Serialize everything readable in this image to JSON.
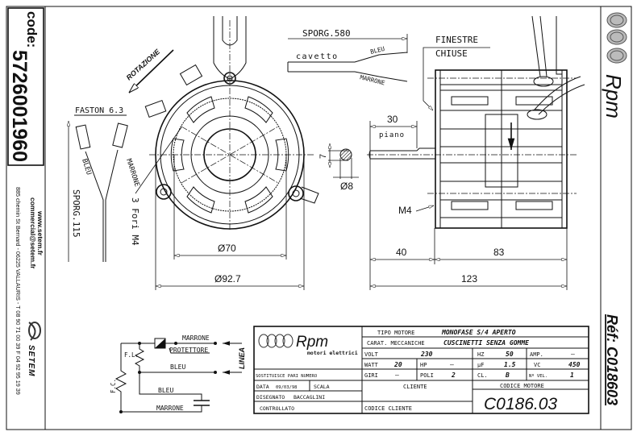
{
  "sidebar": {
    "code_label": "code:",
    "code": "5726001960",
    "website": "www.setem.fr",
    "email": "commercial@setem.fr",
    "address": "885 chemin St Bernard  -  06225 VALLAURIS  -  T 08 90 71 00 39  F 04 92 95 19 39",
    "brand_logo_text": "SETEM"
  },
  "right_column": {
    "brand": "Rpm",
    "ref": "Réf: C018603"
  },
  "front_view": {
    "rotation": "ROTAZIONE",
    "faston": "FASTON 6.3",
    "wire_bleu": "BLEU",
    "wire_marrone": "MARRONE",
    "sporg": "SPORG.115",
    "holes": "3 Fori M4",
    "dia_inner": "Ø70",
    "dia_outer": "Ø92.7"
  },
  "side_view": {
    "sporg": "SPORG.580",
    "cable": "cavetto",
    "wire_bleu": "BLEU",
    "wire_marrone": "MARRONE",
    "windows": [
      "FINESTRE",
      "CHIUSE"
    ],
    "flat_length": "30",
    "flat_label": "piano",
    "flat_height": "7",
    "shaft_dia": "Ø8",
    "screw": "M4",
    "dim_shaft": "40",
    "dim_body": "83",
    "dim_total": "123"
  },
  "wiring": {
    "marrone_top": "MARRONE",
    "protector": "PROTETTORE",
    "bleu_mid": "BLEU",
    "fl": "F.L.",
    "fc": "F.C.",
    "bleu_cap": "BLEU",
    "marrone_cap": "MARRONE",
    "line": "LINEA"
  },
  "title_block": {
    "logo_brand": "Rpm",
    "logo_sub": "motori elettrici",
    "tipo_label": "TIPO MOTORE",
    "tipo_value": "MONOFASE S/4 APERTO",
    "carat_label": "CARAT. MECCANICHE",
    "carat_value": "CUSCINETTI SENZA GOMME",
    "volt_label": "VOLT",
    "volt_value": "230",
    "hz_label": "HZ",
    "hz_value": "50",
    "amp_label": "AMP.",
    "amp_value": "—",
    "watt_label": "WATT",
    "watt_value": "20",
    "hp_label": "HP",
    "hp_value": "—",
    "uf_label": "µF",
    "uf_value": "1.5",
    "vc_label": "VC",
    "vc_value": "450",
    "giri_label": "GIRI",
    "giri_value": "—",
    "poli_label": "POLI",
    "poli_value": "2",
    "cl_label": "CL.",
    "cl_value": "B",
    "vel_label": "Nº VEL.",
    "vel_value": "1",
    "sostituisce": "SOSTITUISCE PARI NUMERO",
    "data_label": "DATA",
    "data_value": "09/03/98",
    "scala_label": "SCALA",
    "disegnato_label": "DISEGNATO",
    "disegnato_value": "BACCAGLINI",
    "controllato_label": "CONTROLLATO",
    "cliente_label": "CLIENTE",
    "codice_cliente_label": "CODICE CLIENTE",
    "codice_motore_label": "CODICE MOTORE",
    "codice_motore_value": "C0186.03"
  }
}
